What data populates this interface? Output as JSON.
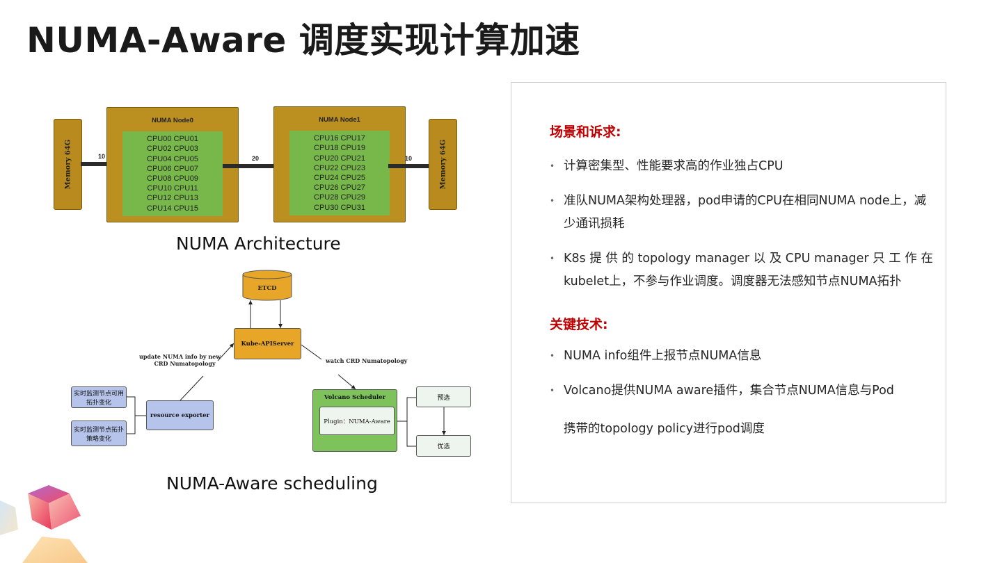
{
  "page": {
    "title": "NUMA-Aware 调度实现计算加速"
  },
  "numa_arch": {
    "caption": "NUMA Architecture",
    "memory_left": "Memory 64G",
    "memory_right": "Memory 64G",
    "node0": {
      "title": "NUMA Node0",
      "cpus": [
        "CPU00 CPU01",
        "CPU02 CPU03",
        "CPU04 CPU05",
        "CPU06 CPU07",
        "CPU08 CPU09",
        "CPU10 CPU11",
        "CPU12 CPU13",
        "CPU14 CPU15"
      ]
    },
    "node1": {
      "title": "NUMA Node1",
      "cpus": [
        "CPU16 CPU17",
        "CPU18 CPU19",
        "CPU20 CPU21",
        "CPU22 CPU23",
        "CPU24 CPU25",
        "CPU26 CPU27",
        "CPU28 CPU29",
        "CPU30 CPU31"
      ]
    },
    "link_left": "10",
    "link_mid": "20",
    "link_right": "10"
  },
  "scheduling": {
    "caption": "NUMA-Aware scheduling",
    "etcd": "ETCD",
    "apiserver": "Kube-APIServer",
    "update_note_1": "update NUMA info by new",
    "update_note_2": "CRD Numatopology",
    "watch_note": "watch CRD Numatopology",
    "monitor_1_line1": "实时监测节点可用",
    "monitor_1_line2": "拓扑变化",
    "monitor_2_line1": "实时监测节点拓扑",
    "monitor_2_line2": "策略变化",
    "exporter": "resource exporter",
    "volcano": "Volcano Scheduler",
    "plugin": "Plugin：NUMA-Aware",
    "filter": "预选",
    "score": "优选"
  },
  "panel": {
    "section1": "场景和诉求:",
    "bullets1": [
      "计算密集型、性能要求高的作业独占CPU",
      "准队NUMA架构处理器，pod申请的CPU在相同NUMA  node上，减少通讯损耗",
      "K8s 提 供 的 topology   manager 以 及 CPU   manager 只 工 作 在 kubelet上，不参与作业调度。调度器无法感知节点NUMA拓扑"
    ],
    "section2": "关键技术:",
    "bullets2": [
      "NUMA info组件上报节点NUMA信息",
      "Volcano提供NUMA aware插件，集合节点NUMA信息与Pod"
    ],
    "bullets2_cont": "携带的topology  policy进行pod调度"
  },
  "colors": {
    "accent_red": "#c00000",
    "node_gold": "#bc8f21",
    "cpu_green": "#78b84b"
  }
}
